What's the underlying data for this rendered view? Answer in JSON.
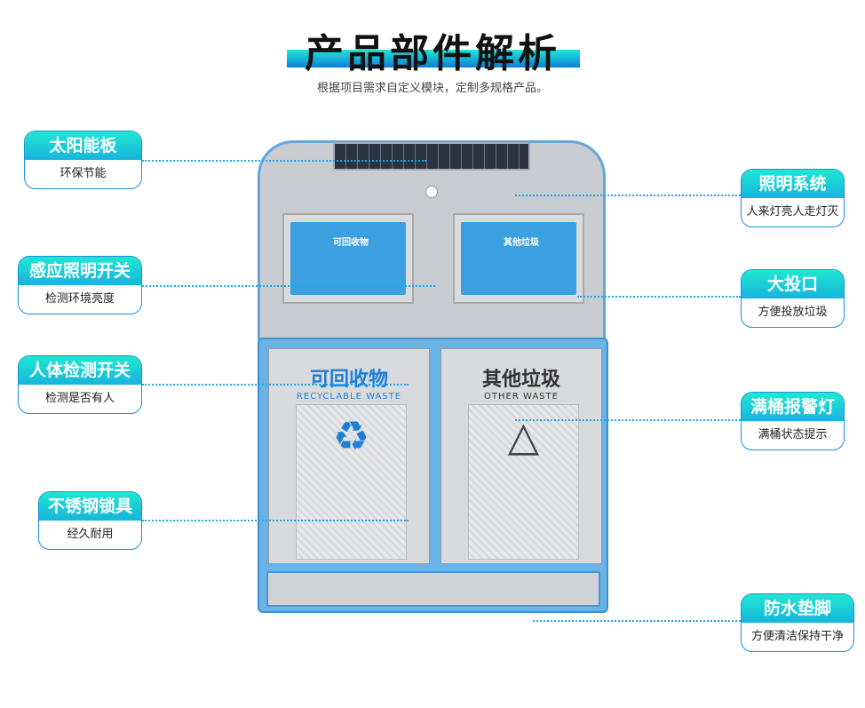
{
  "header": {
    "title": "产品部件解析",
    "subtitle": "根据项目需求自定义模块，定制多规格产品。"
  },
  "callouts_left": [
    {
      "title": "太阳能板",
      "desc": "环保节能"
    },
    {
      "title": "感应照明开关",
      "desc": "检测环境亮度"
    },
    {
      "title": "人体检测开关",
      "desc": "检测是否有人"
    },
    {
      "title": "不锈钢锁具",
      "desc": "经久耐用"
    }
  ],
  "callouts_right": [
    {
      "title": "照明系统",
      "desc": "人来灯亮人走灯灭"
    },
    {
      "title": "大投口",
      "desc": "方便投放垃圾"
    },
    {
      "title": "满桶报警灯",
      "desc": "满桶状态提示"
    },
    {
      "title": "防水垫脚",
      "desc": "方便清洁保持干净"
    }
  ],
  "bin": {
    "left": {
      "label": "可回收物",
      "en": "RECYCLABLE WASTE",
      "symbol": "♻"
    },
    "right": {
      "label": "其他垃圾",
      "en": "OTHER WASTE",
      "symbol": "△"
    }
  },
  "colors": {
    "accent": "#1ee8d0",
    "line": "#1aa9e8",
    "cabinet": "#6ab3e6"
  }
}
